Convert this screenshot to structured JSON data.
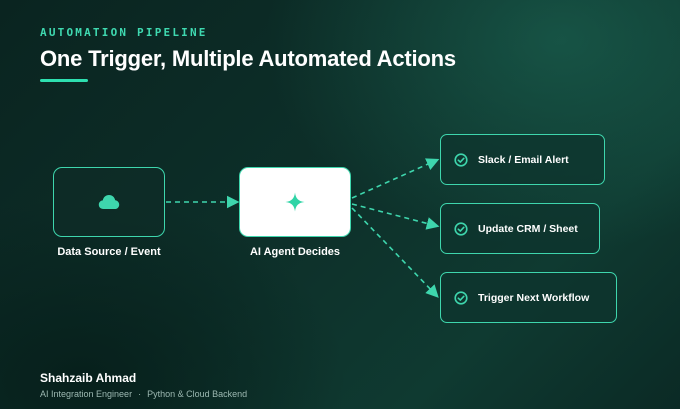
{
  "header": {
    "kicker": "AUTOMATION PIPELINE",
    "title": "One Trigger, Multiple Automated Actions"
  },
  "diagram": {
    "source": {
      "label": "Data Source / Event",
      "icon": "cloud-icon"
    },
    "agent": {
      "label": "AI Agent Decides",
      "icon": "sparkle-icon"
    },
    "actions": [
      {
        "label": "Slack / Email Alert",
        "icon": "check-circle-icon"
      },
      {
        "label": "Update CRM / Sheet",
        "icon": "check-circle-icon"
      },
      {
        "label": "Trigger Next Workflow",
        "icon": "check-circle-icon"
      }
    ]
  },
  "footer": {
    "name": "Shahzaib Ahmad",
    "role": "AI Integration Engineer",
    "separator": "·",
    "specialty": "Python & Cloud Backend"
  },
  "colors": {
    "accent": "#3ed6ad",
    "background": "#0b2622",
    "text": "#ffffff",
    "muted": "#9cb8b1"
  }
}
